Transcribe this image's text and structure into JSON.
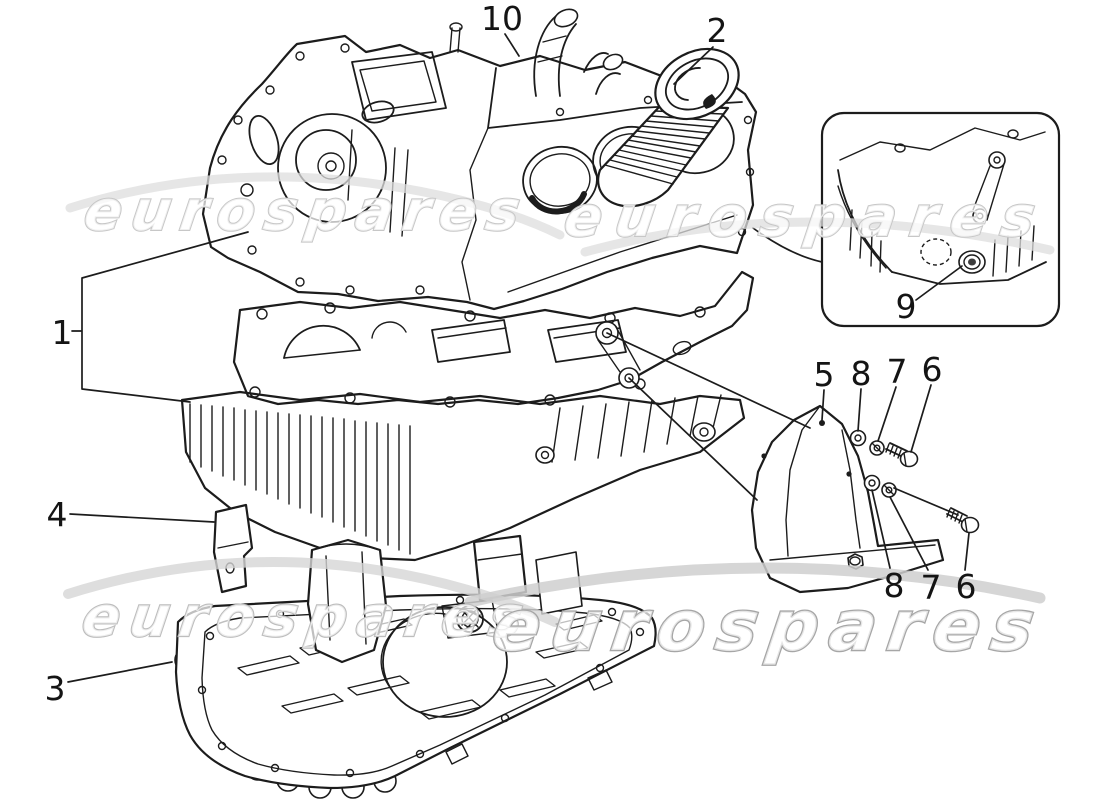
{
  "page": {
    "background": "#ffffff",
    "line_color": "#1c1c1c",
    "watermark_stroke": "#a6a6a6",
    "watermark_stroke_light": "#c7c7c7"
  },
  "watermark": {
    "text": "eurospares"
  },
  "callouts": {
    "c1": {
      "label": "1"
    },
    "c2": {
      "label": "2"
    },
    "c3": {
      "label": "3"
    },
    "c4": {
      "label": "4"
    },
    "c5": {
      "label": "5"
    },
    "c6a": {
      "label": "6"
    },
    "c6b": {
      "label": "6"
    },
    "c7a": {
      "label": "7"
    },
    "c7b": {
      "label": "7"
    },
    "c8a": {
      "label": "8"
    },
    "c8b": {
      "label": "8"
    },
    "c9": {
      "label": "9"
    },
    "c10": {
      "label": "10"
    }
  }
}
